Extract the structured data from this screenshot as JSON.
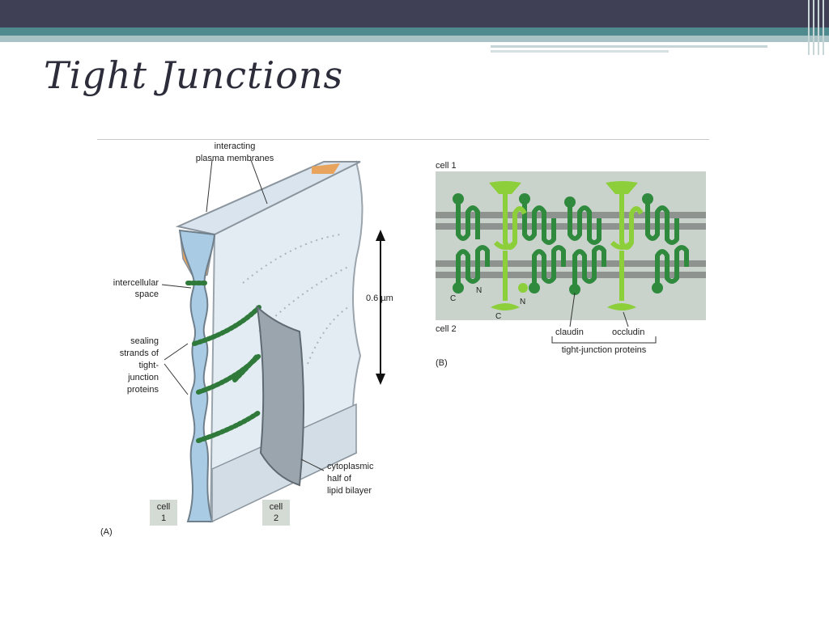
{
  "slide": {
    "title": "Tight Junctions"
  },
  "panel_a": {
    "label": "(A)",
    "interacting_1": "interacting",
    "interacting_2": "plasma membranes",
    "intercellular_1": "intercellular",
    "intercellular_2": "space",
    "sealing_1": "sealing",
    "sealing_2": "strands of",
    "sealing_3": "tight-",
    "sealing_4": "junction",
    "sealing_5": "proteins",
    "scale": "0.6 µm",
    "cyto_1": "cytoplasmic",
    "cyto_2": "half of",
    "cyto_3": "lipid bilayer",
    "cell1_a": "cell",
    "cell1_b": "1",
    "cell2_a": "cell",
    "cell2_b": "2"
  },
  "panel_b": {
    "label": "(B)",
    "cell1": "cell 1",
    "cell2": "cell 2",
    "claudin": "claudin",
    "occludin": "occludin",
    "group": "tight-junction proteins",
    "c1": "C",
    "n1": "N",
    "c2": "C",
    "n2": "N"
  },
  "colors": {
    "header": "#3f3f55",
    "accent": "#4f8a8f",
    "claudin": "#2f8a3e",
    "occludin": "#8ccf3a"
  }
}
